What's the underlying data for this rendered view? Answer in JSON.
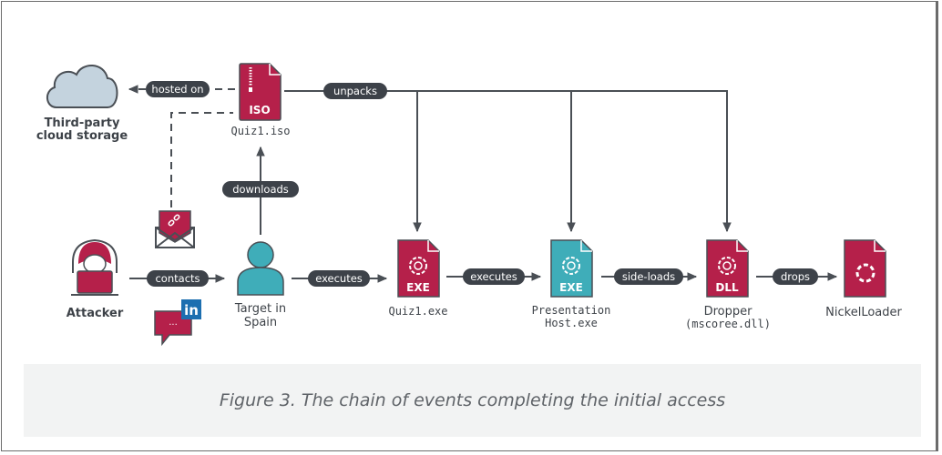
{
  "colors": {
    "crimson": "#b5204a",
    "teal": "#3fadb9",
    "cloud": "#c4d3de",
    "pill": "#3d4249",
    "line": "#4a4f55",
    "linkedin": "#1d6fb0",
    "caption_bg": "#f2f3f3"
  },
  "nodes": {
    "cloud": {
      "label_line1": "Third-party",
      "label_line2": "cloud storage",
      "icon": "cloud-icon"
    },
    "iso": {
      "ext": "ISO",
      "label": "Quiz1.iso",
      "icon": "zip-file-icon"
    },
    "attacker": {
      "label": "Attacker",
      "icon": "hooded-hacker-icon"
    },
    "email": {
      "icon": "email-link-icon"
    },
    "linkedin": {
      "badge": "in",
      "dots": "···",
      "icon": "linkedin-message-icon"
    },
    "target": {
      "label_line1": "Target in",
      "label_line2": "Spain",
      "icon": "user-icon"
    },
    "quiz_exe": {
      "ext": "EXE",
      "label": "Quiz1.exe",
      "icon": "gear-file-icon"
    },
    "presentation_host": {
      "ext": "EXE",
      "label_line1": "Presentation",
      "label_line2": "Host.exe",
      "icon": "gear-file-icon"
    },
    "dropper": {
      "ext": "DLL",
      "label_line1": "Dropper",
      "label_line2": "(mscoree.dll)",
      "icon": "gear-file-icon"
    },
    "nickelloader": {
      "label": "NickelLoader",
      "icon": "loader-file-icon"
    }
  },
  "edges": {
    "hosted_on": "hosted on",
    "unpacks": "unpacks",
    "downloads": "downloads",
    "contacts": "contacts",
    "executes1": "executes",
    "executes2": "executes",
    "side_loads": "side-loads",
    "drops": "drops"
  },
  "caption": "Figure 3. The chain of events completing the initial access"
}
